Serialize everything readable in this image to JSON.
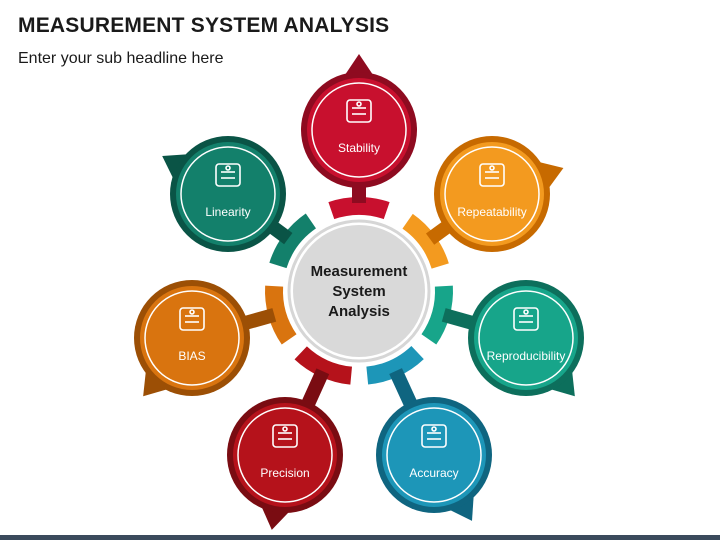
{
  "header": {
    "title": "MEASUREMENT SYSTEM ANALYSIS",
    "subtitle": "Enter your sub headline here"
  },
  "center": {
    "lines": [
      "Measurement",
      "System",
      "Analysis"
    ]
  },
  "nodes": [
    {
      "label": "Stability",
      "icon": "balance-scale-icon",
      "color": "#c8102e",
      "dark": "#8e0b20"
    },
    {
      "label": "Repeatability",
      "icon": "gear-cycle-icon",
      "color": "#f39a1f",
      "dark": "#c76a00"
    },
    {
      "label": "Reproducibility",
      "icon": "document-refresh-icon",
      "color": "#17a58a",
      "dark": "#0d6f5c"
    },
    {
      "label": "Accuracy",
      "icon": "target-chart-icon",
      "color": "#1d96b8",
      "dark": "#0f6580"
    },
    {
      "label": "Precision",
      "icon": "dart-target-icon",
      "color": "#b5121b",
      "dark": "#7a0c12"
    },
    {
      "label": "BIAS",
      "icon": "justice-scale-icon",
      "color": "#d9740f",
      "dark": "#9c4f05"
    },
    {
      "label": "Linearity",
      "icon": "filing-cabinet-icon",
      "color": "#13806b",
      "dark": "#0a5446"
    }
  ]
}
